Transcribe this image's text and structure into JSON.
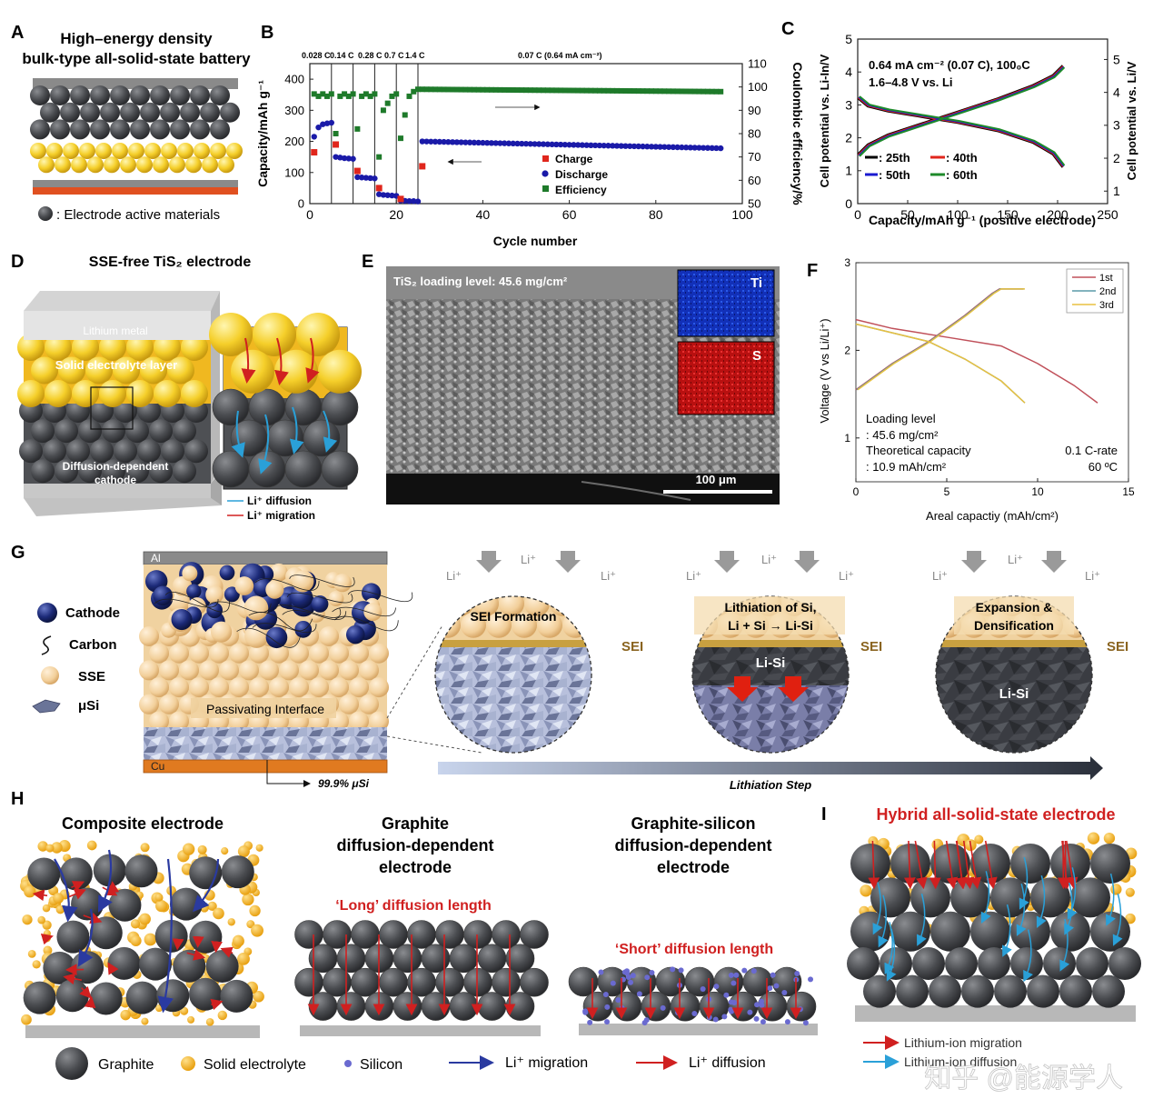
{
  "panels": {
    "A": {
      "letter": "A",
      "title_line1": "High–energy density",
      "title_line2": "bulk-type all-solid-state battery",
      "legend": ": Electrode active materials"
    },
    "B": {
      "letter": "B",
      "rate_labels": [
        "0.028 C",
        "0.14 C",
        "0.28 C",
        "0.7 C",
        "1.4 C",
        "0.07 C (0.64 mA cm⁻²)"
      ]
    },
    "C": {
      "letter": "C",
      "annotation_line1": "0.64 mA cm⁻² (0.07 C), 100₀C",
      "annotation_line2": "1.6–4.8 V vs. Li"
    },
    "D": {
      "letter": "D",
      "title": "SSE-free TiS₂ electrode",
      "layer_lithium": "Lithium metal",
      "layer_sse": "Solid electrolyte layer",
      "layer_cathode_line1": "Diffusion-dependent",
      "layer_cathode_line2": "cathode",
      "legend_diffusion": "Li⁺ diffusion",
      "legend_migration": "Li⁺ migration"
    },
    "E": {
      "letter": "E",
      "loading_label": "TiS₂ loading level: 45.6 mg/cm²",
      "map_ti": "Ti",
      "map_s": "S",
      "scale_bar": "100 μm"
    },
    "F": {
      "letter": "F",
      "note_line1": "Loading level",
      "note_line2": ": 45.6 mg/cm²",
      "note_line3": "Theoretical capacity",
      "note_line4": ": 10.9 mAh/cm²",
      "rate": "0.1 C-rate",
      "temperature": "60 ºC"
    },
    "G": {
      "letter": "G",
      "legend_cathode": "Cathode",
      "legend_carbon": "Carbon",
      "legend_sse": "SSE",
      "legend_si": "μSi",
      "label_al": "Al",
      "label_cu": "Cu",
      "label_interface": "Passivating Interface",
      "label_si_purity": "99.9% μSi",
      "li_ion": "Li⁺",
      "circle1": "SEI Formation",
      "circle2_line1": "Lithiation of Si,",
      "circle2_line2": "Li + Si → Li-Si",
      "circle3_line1": "Expansion &",
      "circle3_line2": "Densification",
      "sei": "SEI",
      "lisi": "Li-Si",
      "step": "Lithiation Step"
    },
    "H": {
      "letter": "H",
      "composite": "Composite electrode",
      "graphite_line1": "Graphite",
      "graphite_line2": "diffusion-dependent",
      "graphite_line3": "electrode",
      "long": "‘Long’ diffusion length",
      "gs_line1": "Graphite-silicon",
      "gs_line2": "diffusion-dependent",
      "gs_line3": "electrode",
      "short": "‘Short’ diffusion length",
      "legend_graphite": "Graphite",
      "legend_se": "Solid electrolyte",
      "legend_silicon": "Silicon",
      "legend_migration": "Li⁺ migration",
      "legend_diffusion": "Li⁺ diffusion"
    },
    "I": {
      "letter": "I",
      "title": "Hybrid all-solid-state electrode",
      "legend_migration": "Lithium-ion migration",
      "legend_diffusion": "Lithium-ion diffusion"
    },
    "watermark": "知乎 @能源学人"
  },
  "colors": {
    "charge": "#e0261c",
    "discharge": "#1a1aa8",
    "efficiency": "#1e7a2a",
    "c25": "#000000",
    "c40": "#e0261c",
    "c50": "#1a1ad0",
    "c60": "#1e8a2a",
    "f1": "#c0505a",
    "f2": "#5a9aa8",
    "f3": "#e8c040",
    "se": "#f2b320",
    "graphite": "#505255"
  },
  "chart_data": [
    {
      "panel": "B",
      "type": "scatter",
      "xlabel": "Cycle number",
      "ylabel": "Capacity/mAh g⁻¹",
      "y2label": "Coulombic efficiency/%",
      "xlim": [
        0,
        100
      ],
      "ylim": [
        0,
        450
      ],
      "y2lim": [
        50,
        110
      ],
      "xticks": [
        0,
        20,
        40,
        60,
        80,
        100
      ],
      "yticks": [
        0,
        100,
        200,
        300,
        400
      ],
      "y2ticks": [
        50,
        60,
        70,
        80,
        90,
        100,
        110
      ],
      "rate_boundaries": [
        5,
        10,
        15,
        20,
        25
      ],
      "legend": [
        "Charge",
        "Discharge",
        "Efficiency"
      ],
      "charge_x": [
        1,
        6,
        11,
        16,
        21,
        26
      ],
      "charge_y": [
        165,
        190,
        105,
        50,
        15,
        120
      ],
      "discharge_segments": [
        {
          "x": [
            1,
            2,
            3,
            4,
            5
          ],
          "y": [
            215,
            245,
            255,
            258,
            260
          ]
        },
        {
          "x": [
            6,
            7,
            8,
            9,
            10
          ],
          "y": [
            150,
            148,
            146,
            145,
            144
          ]
        },
        {
          "x": [
            11,
            12,
            13,
            14,
            15
          ],
          "y": [
            85,
            84,
            83,
            82,
            81
          ]
        },
        {
          "x": [
            16,
            17,
            18,
            19,
            20
          ],
          "y": [
            30,
            28,
            27,
            26,
            25
          ]
        },
        {
          "x": [
            21,
            22,
            23,
            24,
            25
          ],
          "y": [
            10,
            9,
            8,
            8,
            7
          ]
        },
        {
          "x_start": 26,
          "x_end": 95,
          "y_start": 200,
          "y_end": 178
        }
      ],
      "efficiency_segments": [
        {
          "x": [
            1,
            2,
            3,
            4,
            5
          ],
          "y": [
            97,
            96,
            97,
            96,
            97
          ]
        },
        {
          "x": [
            6,
            7,
            8,
            9,
            10
          ],
          "y": [
            80,
            96,
            97,
            96,
            97
          ]
        },
        {
          "x": [
            11,
            12,
            13,
            14,
            15
          ],
          "y": [
            82,
            96,
            97,
            96,
            97
          ]
        },
        {
          "x": [
            16,
            17,
            18,
            19,
            20
          ],
          "y": [
            70,
            90,
            93,
            96,
            97
          ]
        },
        {
          "x": [
            21,
            22,
            23,
            24,
            25
          ],
          "y": [
            78,
            88,
            96,
            98,
            99
          ]
        },
        {
          "x_start": 26,
          "x_end": 95,
          "y_start": 99,
          "y_end": 98
        }
      ]
    },
    {
      "panel": "C",
      "type": "line",
      "xlabel": "Capacity/mAh g⁻¹ (positive electrode)",
      "ylabel": "Cell potential vs. Li-In/V",
      "y2label": "Cell potential vs. Li/V",
      "xlim": [
        0,
        250
      ],
      "ylim": [
        0,
        5
      ],
      "y2lim": [
        0.62,
        5.62
      ],
      "xticks": [
        0,
        50,
        100,
        150,
        200,
        250
      ],
      "yticks": [
        0,
        1,
        2,
        3,
        4,
        5
      ],
      "y2ticks": [
        1,
        2,
        3,
        4,
        5
      ],
      "legend": [
        ": 25th",
        ": 40th",
        ": 50th",
        ": 60th"
      ],
      "charge_curve": {
        "x": [
          0,
          10,
          30,
          60,
          100,
          140,
          175,
          195,
          205
        ],
        "y": [
          1.5,
          1.8,
          2.1,
          2.4,
          2.8,
          3.2,
          3.6,
          3.9,
          4.2
        ]
      },
      "discharge_curve": {
        "x": [
          0,
          10,
          30,
          60,
          100,
          140,
          175,
          195,
          205
        ],
        "y": [
          3.2,
          2.95,
          2.8,
          2.65,
          2.45,
          2.2,
          1.85,
          1.5,
          1.1
        ]
      }
    },
    {
      "panel": "F",
      "type": "line",
      "xlabel": "Areal capactiy (mAh/cm²)",
      "ylabel": "Voltage (V vs Li/Li⁺)",
      "xlim": [
        0,
        15
      ],
      "ylim": [
        0.5,
        3
      ],
      "xticks": [
        0,
        5,
        10,
        15
      ],
      "yticks": [
        1,
        2,
        3
      ],
      "series": [
        {
          "name": "1st",
          "x": [
            0,
            2,
            5,
            8,
            10,
            12,
            13.3
          ],
          "y": [
            2.35,
            2.25,
            2.15,
            2.05,
            1.85,
            1.6,
            1.4
          ]
        },
        {
          "name": "2nd",
          "x": [
            0,
            2,
            4,
            6,
            8,
            9.3
          ],
          "y": [
            2.3,
            2.2,
            2.1,
            1.9,
            1.65,
            1.4
          ]
        },
        {
          "name": "3rd",
          "x": [
            0,
            2,
            4,
            6,
            8,
            9.3
          ],
          "y": [
            2.3,
            2.2,
            2.1,
            1.9,
            1.65,
            1.4
          ]
        }
      ],
      "charge_curve": {
        "x": [
          0,
          2,
          4,
          6,
          7.5,
          7.9,
          9.2
        ],
        "y": [
          1.55,
          1.85,
          2.1,
          2.4,
          2.65,
          2.7,
          2.7
        ]
      }
    }
  ]
}
